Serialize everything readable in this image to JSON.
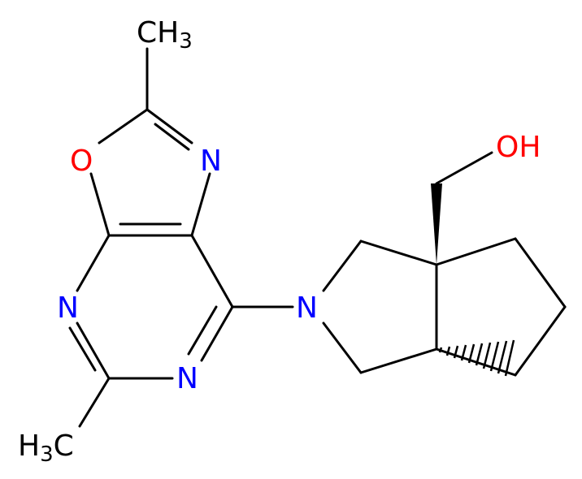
{
  "colors": {
    "carbon": "#000000",
    "nitrogen": "#0000ff",
    "oxygen": "#ff0000",
    "background": "#ffffff"
  },
  "atoms": {
    "methyl_top": {
      "main": "CH",
      "sub": "3"
    },
    "methyl_bottom": {
      "main": "H",
      "sub": "3",
      "tail": "C"
    },
    "oxazole_o": "O",
    "oxazole_n": "N",
    "pyrimidine_n_left": "N",
    "pyrimidine_n_bottom": "N",
    "pyrrolidine_n": "N",
    "hydroxyl": "OH"
  }
}
